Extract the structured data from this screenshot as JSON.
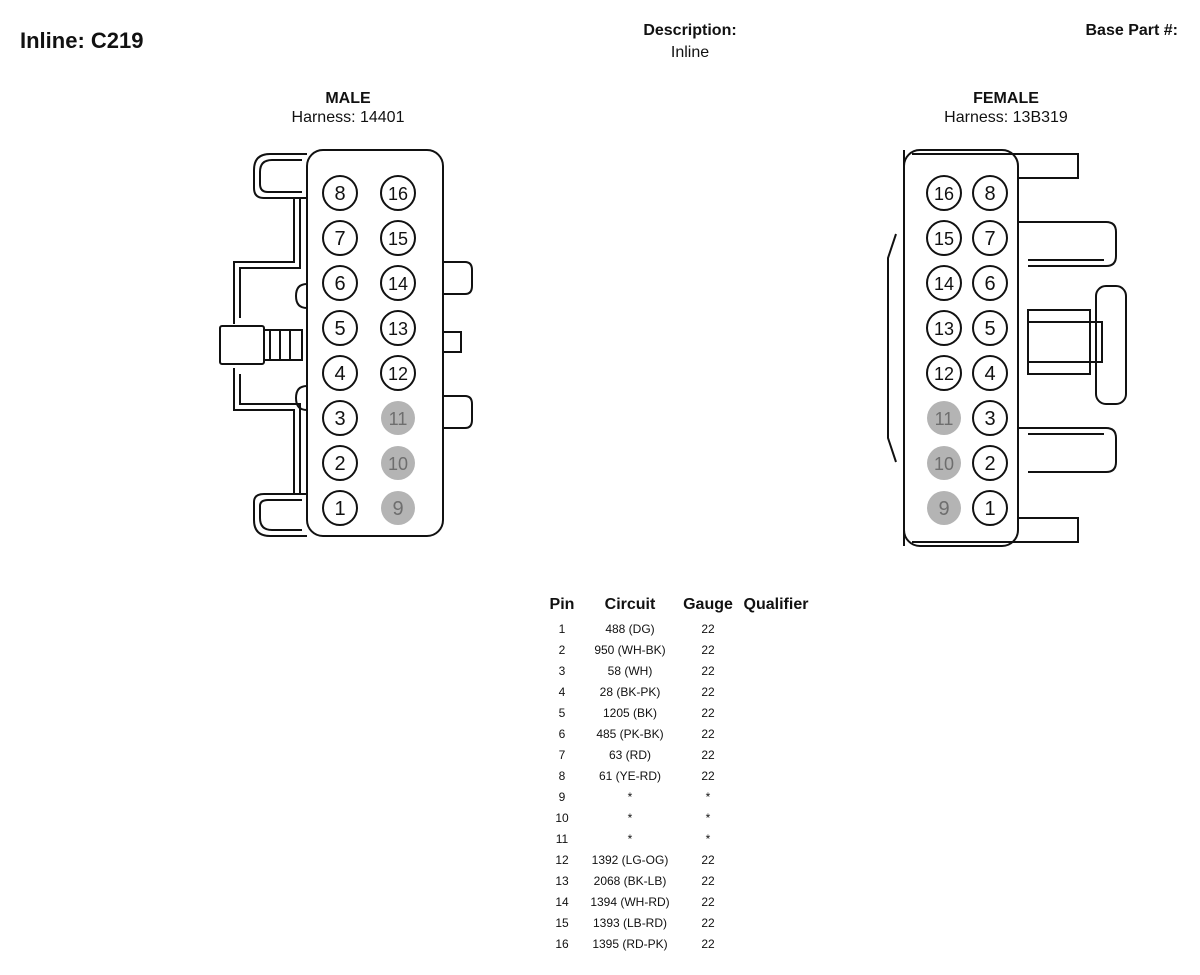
{
  "title": "Inline: C219",
  "description_label": "Description:",
  "description_value": "Inline",
  "base_part_label": "Base Part #:",
  "male": {
    "gender": "MALE",
    "harness": "Harness: 14401",
    "cavities_left": [
      "8",
      "7",
      "6",
      "5",
      "4",
      "3",
      "2",
      "1"
    ],
    "cavities_right": [
      "16",
      "15",
      "14",
      "13",
      "12",
      "11",
      "10",
      "9"
    ]
  },
  "female": {
    "gender": "FEMALE",
    "harness": "Harness: 13B319",
    "cavities_left": [
      "16",
      "15",
      "14",
      "13",
      "12",
      "11",
      "10",
      "9"
    ],
    "cavities_right": [
      "8",
      "7",
      "6",
      "5",
      "4",
      "3",
      "2",
      "1"
    ]
  },
  "unused_cavities": [
    "9",
    "10",
    "11"
  ],
  "colors": {
    "unused_fill": "#b4b4b4",
    "unused_text": "#6e6e6e",
    "line": "#111111"
  },
  "table": {
    "headers": [
      "Pin",
      "Circuit",
      "Gauge",
      "Qualifier"
    ],
    "rows": [
      [
        "1",
        "488 (DG)",
        "22",
        ""
      ],
      [
        "2",
        "950 (WH-BK)",
        "22",
        ""
      ],
      [
        "3",
        "58 (WH)",
        "22",
        ""
      ],
      [
        "4",
        "28 (BK-PK)",
        "22",
        ""
      ],
      [
        "5",
        "1205 (BK)",
        "22",
        ""
      ],
      [
        "6",
        "485 (PK-BK)",
        "22",
        ""
      ],
      [
        "7",
        "63 (RD)",
        "22",
        ""
      ],
      [
        "8",
        "61 (YE-RD)",
        "22",
        ""
      ],
      [
        "9",
        "*",
        "*",
        ""
      ],
      [
        "10",
        "*",
        "*",
        ""
      ],
      [
        "11",
        "*",
        "*",
        ""
      ],
      [
        "12",
        "1392 (LG-OG)",
        "22",
        ""
      ],
      [
        "13",
        "2068 (BK-LB)",
        "22",
        ""
      ],
      [
        "14",
        "1394 (WH-RD)",
        "22",
        ""
      ],
      [
        "15",
        "1393 (LB-RD)",
        "22",
        ""
      ],
      [
        "16",
        "1395 (RD-PK)",
        "22",
        ""
      ]
    ]
  }
}
